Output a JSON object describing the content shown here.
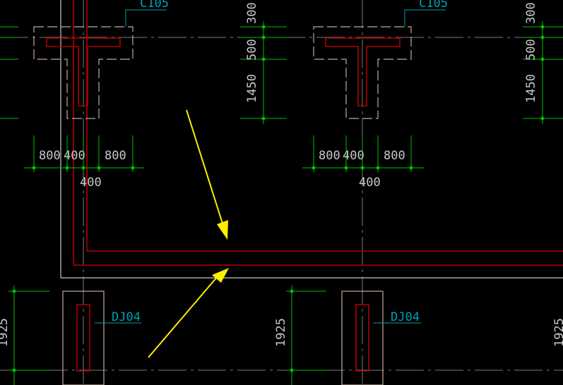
{
  "labels": {
    "column_tag_left": "C105",
    "column_tag_mid": "C105",
    "footing_tag_left": "DJ04",
    "footing_tag_mid": "DJ04"
  },
  "dimensions": {
    "vert_300_a": "300",
    "vert_500_a": "500",
    "vert_1450_a": "1450",
    "vert_300_b": "300",
    "vert_500_b": "500",
    "vert_1450_b": "1450",
    "horiz_left_1": "800",
    "horiz_left_2": "400",
    "horiz_left_3": "800",
    "horiz_left_sub": "400",
    "horiz_mid_1": "800",
    "horiz_mid_2": "400",
    "horiz_mid_3": "800",
    "horiz_mid_sub": "400",
    "vert_1925_a": "1925",
    "vert_1925_b": "1925",
    "vert_1925_c": "1925"
  },
  "colors": {
    "background": "#000000",
    "footing_outline": "#c8a898",
    "rebar": "#b00000",
    "dimension": "#00c000",
    "annotation": "#00a0b0",
    "arrow": "#ffee00",
    "axis": "#7a7a7a"
  }
}
